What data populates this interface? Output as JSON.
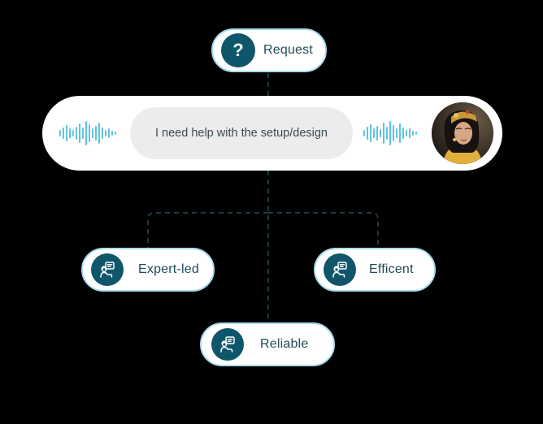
{
  "request": {
    "label": "Request",
    "icon_glyph": "?",
    "icon": "question-mark-icon"
  },
  "chat": {
    "message": "I need help with the setup/design",
    "left_icon": "audio-waveform-icon",
    "right_icon": "audio-waveform-icon",
    "avatar": "user-avatar"
  },
  "features": {
    "expert": {
      "label": "Expert-led",
      "icon": "support-agent-icon"
    },
    "efficent": {
      "label": "Efficent",
      "icon": "support-agent-icon"
    },
    "reliable": {
      "label": "Reliable",
      "icon": "support-agent-icon"
    }
  },
  "colors": {
    "background": "#000000",
    "connector": "#1d3a44",
    "pill_border": "#a9dcea",
    "icon_circle": "#0f566a",
    "waveform": "#5fc3e0",
    "label_text": "#1f4b57"
  }
}
